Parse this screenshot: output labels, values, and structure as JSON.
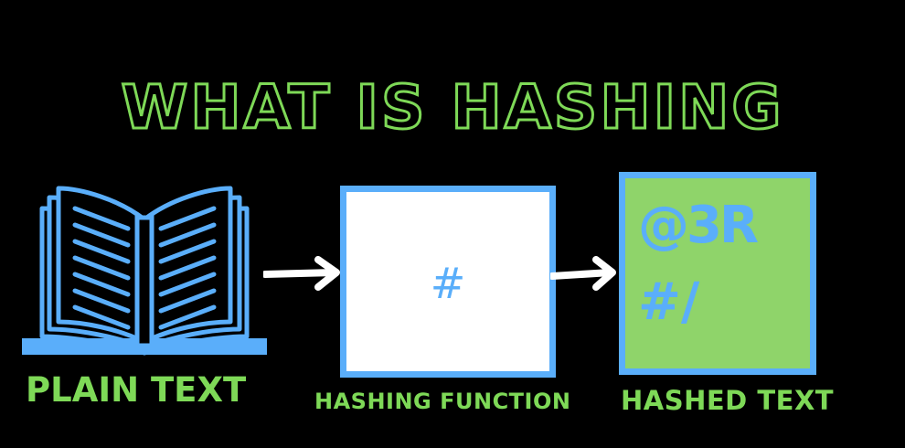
{
  "title": "WHAT IS HASHING",
  "steps": {
    "plain": {
      "label": "PLAIN TEXT",
      "icon": "book-icon"
    },
    "function": {
      "label": "HASHING FUNCTION",
      "symbol": "#"
    },
    "hashed": {
      "label": "HASHED TEXT",
      "line1": "@3R",
      "line2": "#/"
    }
  },
  "colors": {
    "background": "#000000",
    "green": "#7ed957",
    "blue": "#5aaefa",
    "box_green_fill": "#8fd46a",
    "white": "#ffffff"
  }
}
